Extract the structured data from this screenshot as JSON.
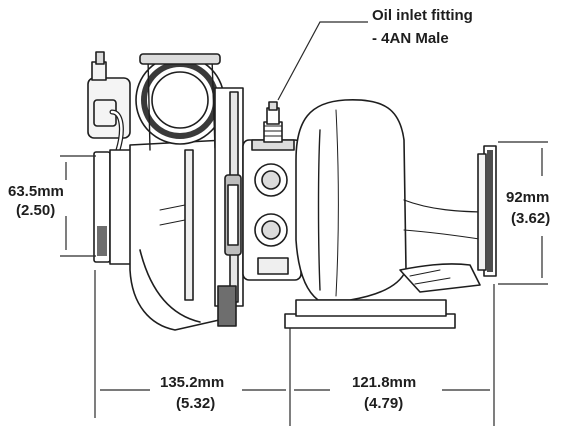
{
  "callout": {
    "line1": "Oil inlet fitting",
    "line2": "- 4AN Male"
  },
  "dimensions": {
    "left_height": {
      "mm": "63.5mm",
      "in": "(2.50)"
    },
    "right_height": {
      "mm": "92mm",
      "in": "(3.62)"
    },
    "bottom_left_width": {
      "mm": "135.2mm",
      "in": "(5.32)"
    },
    "bottom_right_width": {
      "mm": "121.8mm",
      "in": "(4.79)"
    }
  },
  "colors": {
    "ink": "#1e1e1e",
    "line": "#2a2a2a",
    "shade": "#6e6e6e",
    "light": "#d9d9d9"
  }
}
